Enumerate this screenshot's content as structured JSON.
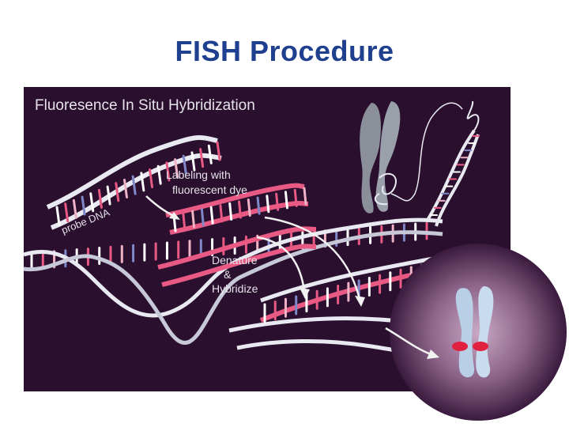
{
  "slide": {
    "title": "FISH Procedure"
  },
  "figure": {
    "heading": "Fluoresence In Situ Hybridization",
    "probe_label": "probe DNA",
    "step1_line1": "Labeling with",
    "step1_line2": "fluorescent dye",
    "step2_line1": "Denature",
    "step2_line2": "&",
    "step2_line3": "Hybridize"
  },
  "colors": {
    "background": "#ffffff",
    "title": "#1f3f8f",
    "panel": "#2a0f2e",
    "strand_white": "#e9e9f2",
    "strand_pink": "#e85a84",
    "signal_red": "#e0213f",
    "chromosome_gray": "#8a8f9a",
    "chromosome_blue": "#b9cfe6"
  }
}
